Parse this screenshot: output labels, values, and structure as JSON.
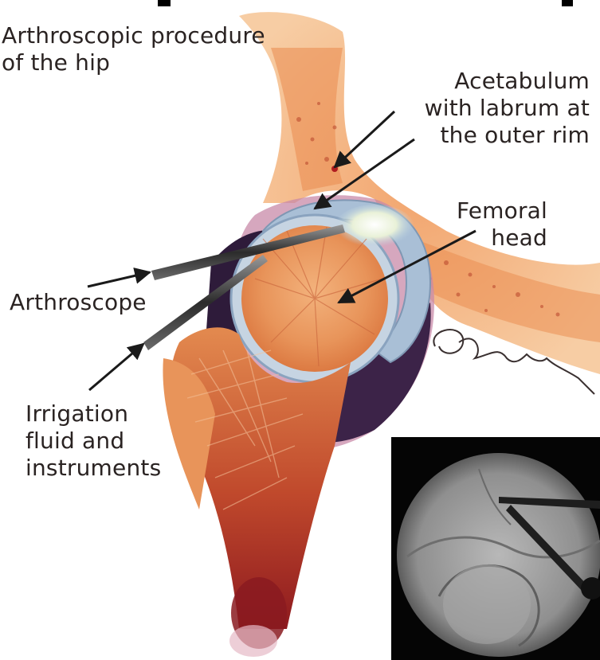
{
  "labels": {
    "title": "Arthroscopic procedure\nof the hip",
    "acetabulum": "Acetabulum\nwith labrum at\nthe outer rim",
    "femoral_head": "Femoral\nhead",
    "arthroscope": "Arthroscope",
    "irrigation": "Irrigation\nfluid and\ninstruments"
  },
  "colors": {
    "bone_orange": "#e8945a",
    "bone_dark": "#c0492c",
    "marrow_red": "#9c1f22",
    "cartilage_blue": "#b9c8d8",
    "cavity_purple": "#4b2a55",
    "arrow": "#1a1a1a",
    "text": "#2a2322",
    "fluoro_gray": "#9a9a9a"
  },
  "icons": {
    "signature": "artist-signature-mark",
    "xray": "fluoroscopy-inset-image"
  }
}
